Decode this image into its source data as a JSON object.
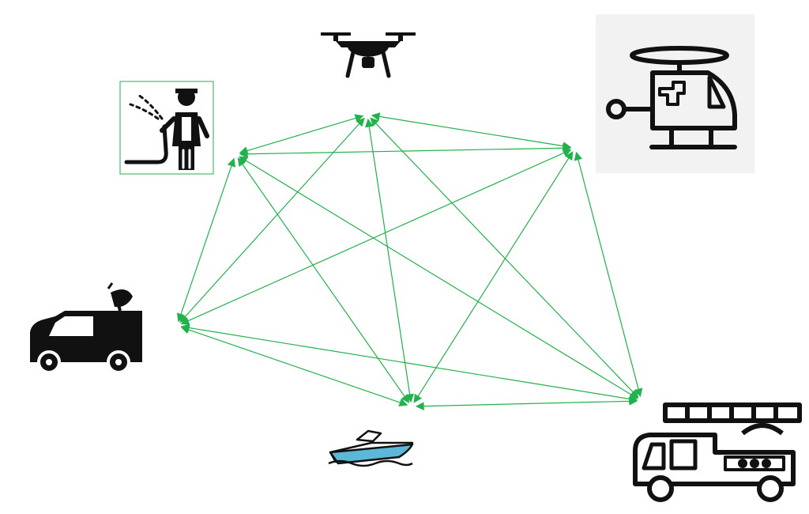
{
  "diagram": {
    "edge_color": "#22b14c",
    "node_icon_color": "#111111",
    "nodes": [
      {
        "id": "firefighter",
        "icon": "firefighter-icon"
      },
      {
        "id": "drone",
        "icon": "drone-icon"
      },
      {
        "id": "helicopter",
        "icon": "medical-helicopter-icon"
      },
      {
        "id": "broadcast-van",
        "icon": "satellite-van-icon"
      },
      {
        "id": "boat",
        "icon": "speedboat-icon"
      },
      {
        "id": "fire-truck",
        "icon": "fire-truck-icon"
      }
    ],
    "edges": [
      [
        "firefighter",
        "drone"
      ],
      [
        "firefighter",
        "helicopter"
      ],
      [
        "firefighter",
        "broadcast-van"
      ],
      [
        "firefighter",
        "boat"
      ],
      [
        "firefighter",
        "fire-truck"
      ],
      [
        "drone",
        "helicopter"
      ],
      [
        "drone",
        "broadcast-van"
      ],
      [
        "drone",
        "boat"
      ],
      [
        "drone",
        "fire-truck"
      ],
      [
        "helicopter",
        "broadcast-van"
      ],
      [
        "helicopter",
        "boat"
      ],
      [
        "helicopter",
        "fire-truck"
      ],
      [
        "broadcast-van",
        "boat"
      ],
      [
        "broadcast-van",
        "fire-truck"
      ],
      [
        "boat",
        "fire-truck"
      ]
    ],
    "bidirectional": true
  }
}
